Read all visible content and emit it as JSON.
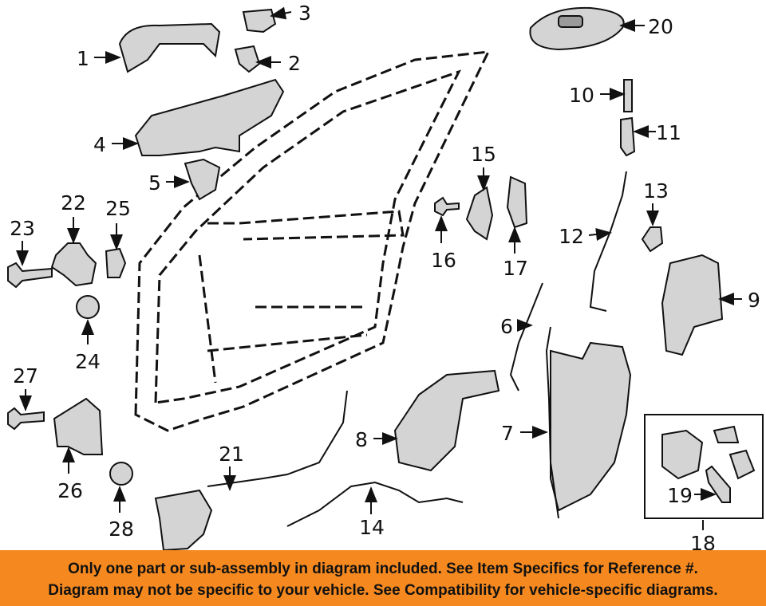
{
  "diagram": {
    "callouts": [
      "1",
      "2",
      "3",
      "4",
      "5",
      "6",
      "7",
      "8",
      "9",
      "10",
      "11",
      "12",
      "13",
      "14",
      "15",
      "16",
      "17",
      "18",
      "19",
      "20",
      "21",
      "22",
      "23",
      "24",
      "25",
      "26",
      "27",
      "28"
    ]
  },
  "footer": {
    "line1": "Only one part or sub-assembly in diagram included. See Item Specifics for Reference #.",
    "line2": "Diagram may not be specific to your vehicle. See Compatibility for vehicle-specific diagrams."
  },
  "colors": {
    "banner": "#f5891f",
    "part_fill": "#d4d4d4",
    "ink": "#111111"
  }
}
